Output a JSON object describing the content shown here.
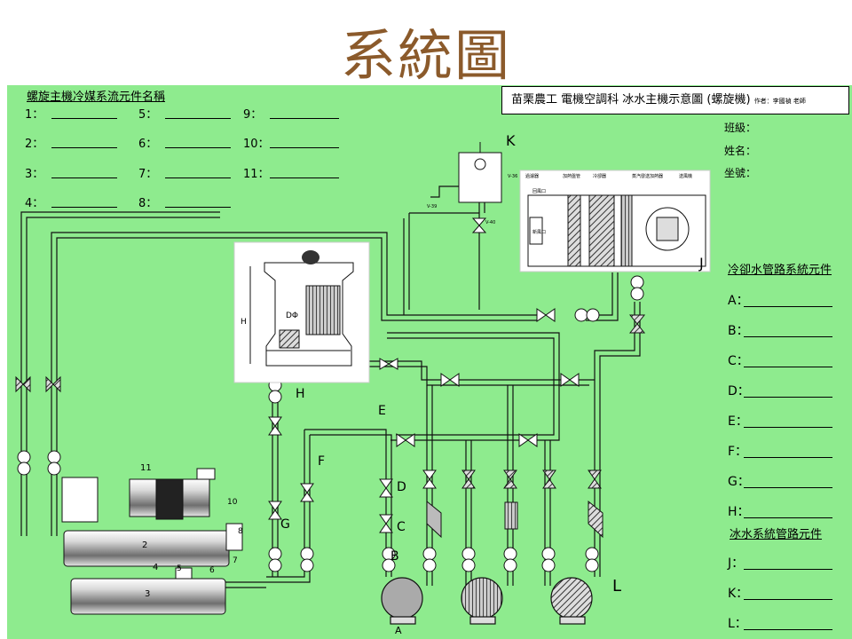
{
  "title": "系統圖",
  "info": {
    "school": "苗栗農工 電機空調科 冰水主機示意圖 (螺旋機)",
    "author": "作者：李國禎 老師"
  },
  "student_fields": [
    "班級：",
    "姓名：",
    "坐號："
  ],
  "refrigerant": {
    "heading": "螺旋主機冷媒系流元件名稱",
    "items": [
      "1：",
      "2：",
      "3：",
      "4：",
      "5：",
      "6：",
      "7：",
      "8：",
      "9：",
      "10：",
      "11："
    ]
  },
  "cooling_water": {
    "heading": "冷卻水管路系統元件",
    "items": [
      "A：",
      "B：",
      "C：",
      "D：",
      "E：",
      "F：",
      "G：",
      "H："
    ]
  },
  "chilled_water": {
    "heading": "冰水系統管路元件",
    "items": [
      "J：",
      "K：",
      "L："
    ]
  },
  "diagram_labels": {
    "K": "K",
    "J": "J",
    "H": "H",
    "E": "E",
    "F": "F",
    "D": "D",
    "C": "C",
    "B": "B",
    "A": "A",
    "G": "G",
    "L": "L",
    "n11": "11",
    "n2": "2",
    "n3": "3",
    "n4": "4",
    "n5": "5",
    "n6": "6",
    "n10": "10",
    "n7": "7",
    "n8": "8",
    "dim_H": "H",
    "dim_D": "DΦ",
    "v39": "V-39",
    "v40": "V-40",
    "v36": "V-36"
  },
  "ahu_labels": [
    "過濾器",
    "加熱盤管",
    "冷卻器",
    "蒸汽發送加熱器",
    "送風機"
  ],
  "ahu_inner": [
    "回風口",
    "新風口"
  ],
  "colors": {
    "panel": "#8eeb8e",
    "title": "#8b5a2b",
    "pipe": "#111111"
  }
}
